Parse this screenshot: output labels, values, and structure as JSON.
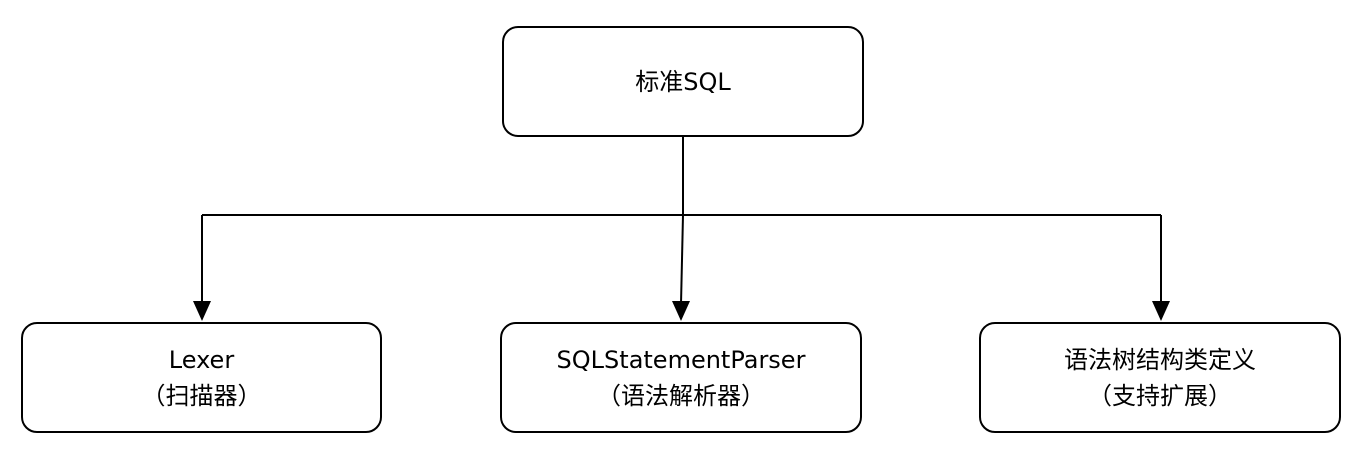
{
  "diagram": {
    "root": {
      "label": "标准SQL"
    },
    "children": [
      {
        "line1": "Lexer",
        "line2": "（扫描器）"
      },
      {
        "line1": "SQLStatementParser",
        "line2": "（语法解析器）"
      },
      {
        "line1": "语法树结构类定义",
        "line2": "（支持扩展）"
      }
    ]
  },
  "colors": {
    "stroke": "#000000",
    "fill": "#ffffff",
    "text": "#000000"
  }
}
